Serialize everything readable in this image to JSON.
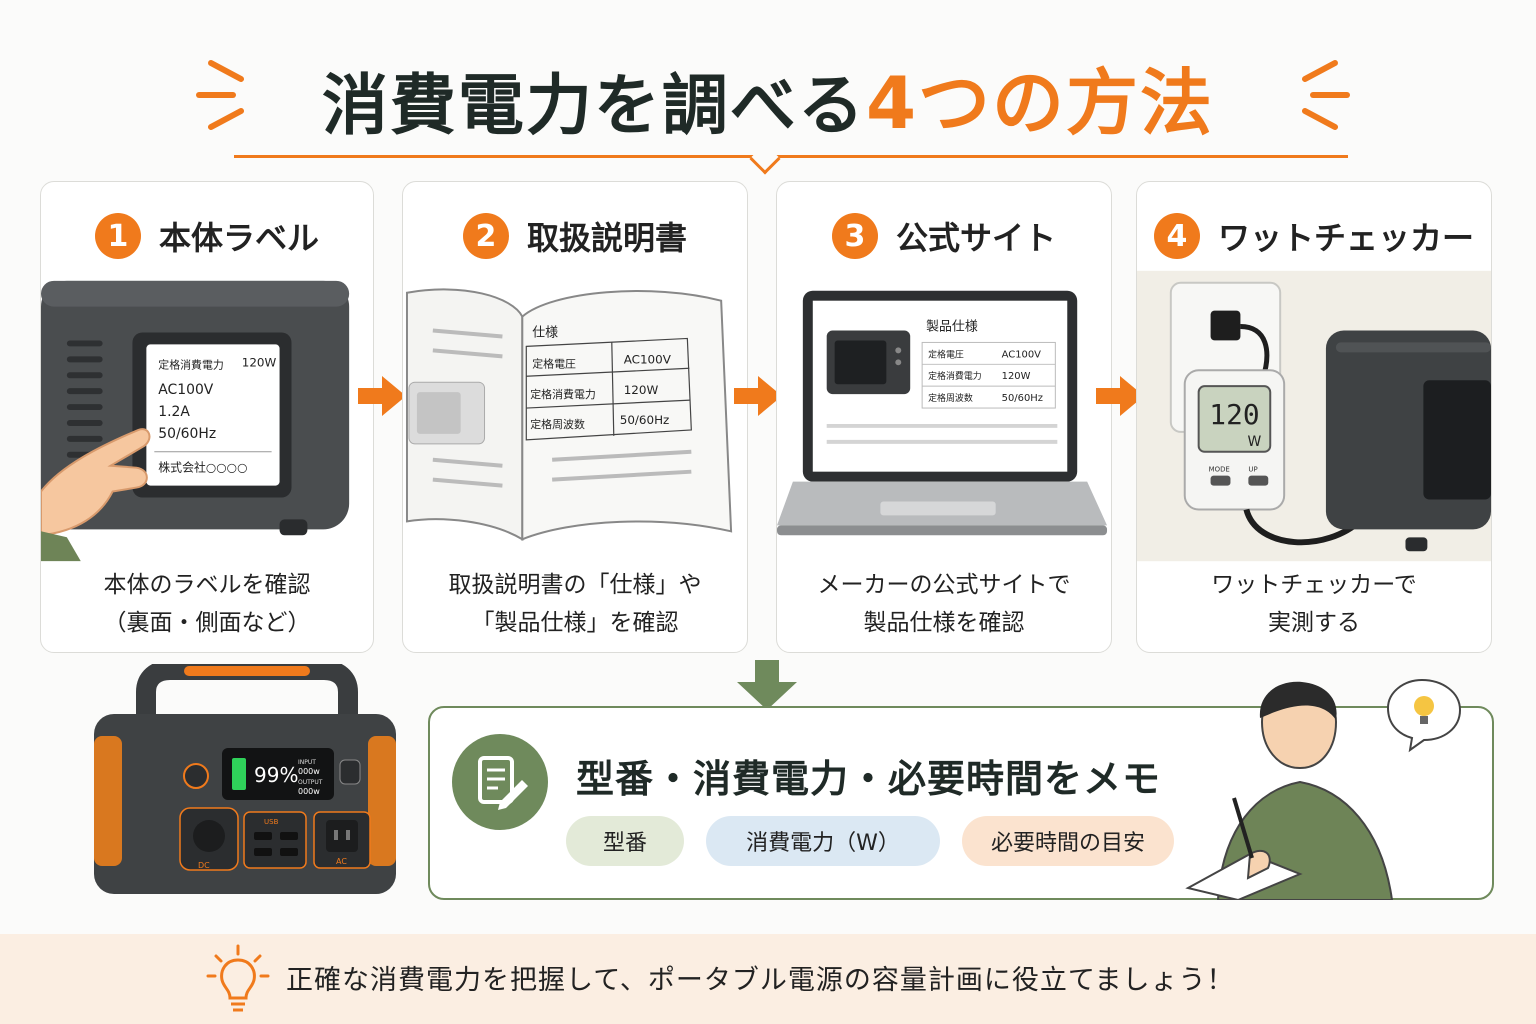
{
  "title": {
    "main": "消費電力を調べる",
    "accent": "4つの方法"
  },
  "steps": [
    {
      "number": "1",
      "title": "本体ラベル",
      "caption_line1": "本体のラベルを確認",
      "caption_line2": "（裏面・側面など）",
      "label": {
        "row1_key": "定格消費電力",
        "row1_val": "120W",
        "voltage": "AC100V",
        "current": "1.2A",
        "freq": "50/60Hz",
        "maker": "株式会社○○○○"
      }
    },
    {
      "number": "2",
      "title": "取扱説明書",
      "caption_line1": "取扱説明書の「仕様」や",
      "caption_line2": "「製品仕様」を確認",
      "spec": {
        "heading": "仕様",
        "rows": [
          {
            "key": "定格電圧",
            "val": "AC100V"
          },
          {
            "key": "定格消費電力",
            "val": "120W"
          },
          {
            "key": "定格周波数",
            "val": "50/60Hz"
          }
        ]
      }
    },
    {
      "number": "3",
      "title": "公式サイト",
      "caption_line1": "メーカーの公式サイトで",
      "caption_line2": "製品仕様を確認",
      "spec": {
        "heading": "製品仕様",
        "rows": [
          {
            "key": "定格電圧",
            "val": "AC100V"
          },
          {
            "key": "定格消費電力",
            "val": "120W"
          },
          {
            "key": "定格周波数",
            "val": "50/60Hz"
          }
        ]
      }
    },
    {
      "number": "4",
      "title": "ワットチェッカー",
      "caption_line1": "ワットチェッカーで",
      "caption_line2": "実測する",
      "meter": {
        "reading": "120",
        "unit": "W",
        "btn1": "MODE",
        "btn2": "UP"
      }
    }
  ],
  "memo": {
    "title": "型番・消費電力・必要時間をメモ",
    "tags": [
      "型番",
      "消費電力（W）",
      "必要時間の目安"
    ]
  },
  "power_station": {
    "battery": "99%",
    "input": "INPUT",
    "input_val": "000w",
    "output": "OUTPUT",
    "output_val": "000w",
    "usb": "USB",
    "dc": "DC",
    "ac": "AC"
  },
  "footer": {
    "text": "正確な消費電力を把握して、ポータブル電源の容量計画に役立てましょう！"
  },
  "colors": {
    "accent": "#f07a1c",
    "green": "#6f8a5c",
    "tag1": "#e3ead8",
    "tag2": "#dbe8f3",
    "tag3": "#fbe3cf",
    "footer_bg": "#fbeee2"
  }
}
